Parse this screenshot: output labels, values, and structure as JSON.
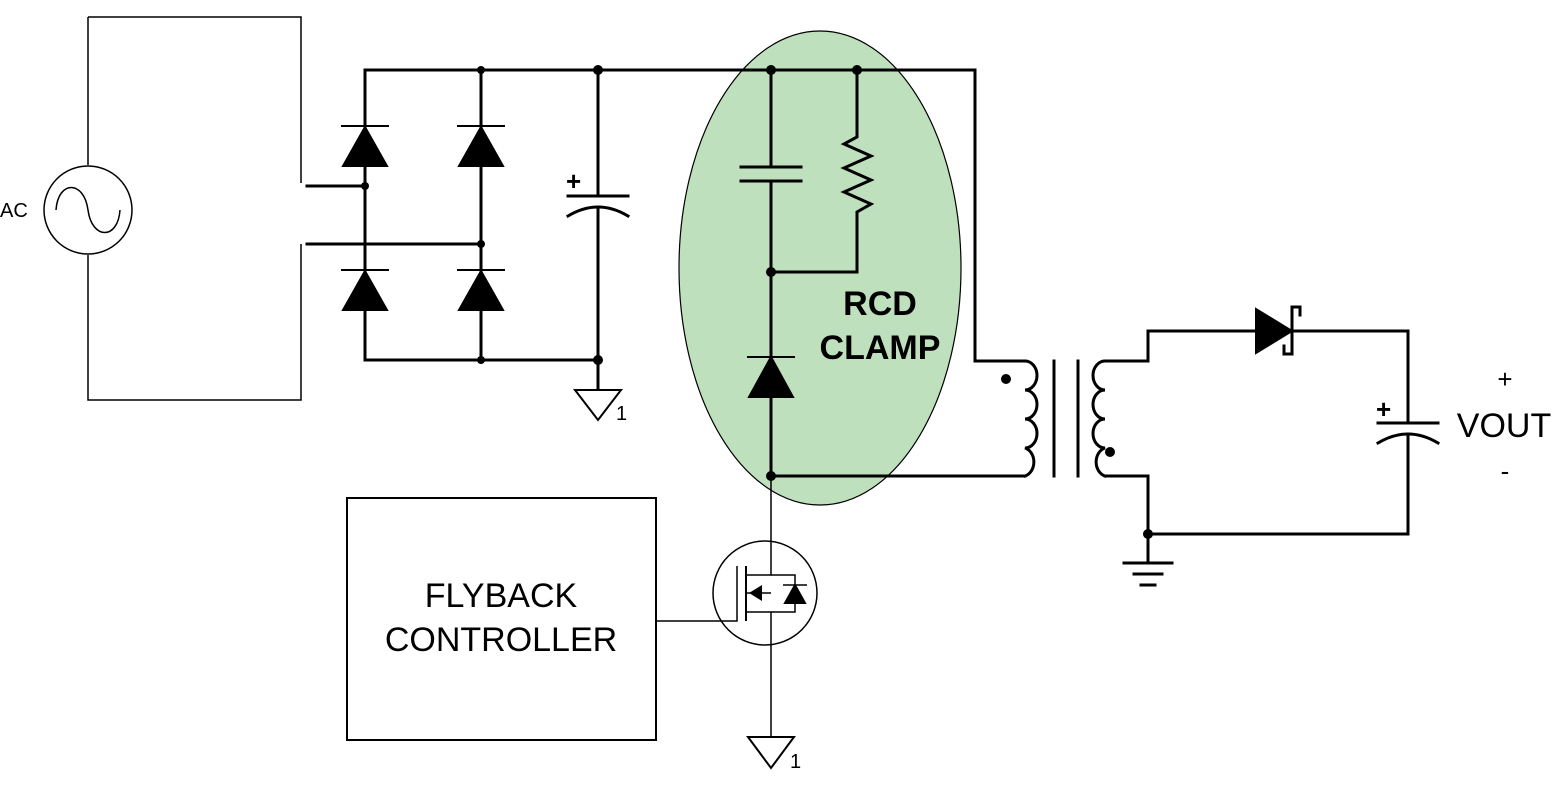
{
  "labels": {
    "ac_source": "AC",
    "rcd_clamp_line1": "RCD",
    "rcd_clamp_line2": "CLAMP",
    "controller_line1": "FLYBACK",
    "controller_line2": "CONTROLLER",
    "vout": "VOUT",
    "vout_plus": "+",
    "vout_minus": "-",
    "bulk_cap_plus": "+",
    "output_cap_plus": "+",
    "ground_primary": "1",
    "ground_fet": "1"
  },
  "colors": {
    "clamp_highlight": "#bfe0bd",
    "wire": "#000000",
    "clamp_wire": "#1a3a16"
  }
}
